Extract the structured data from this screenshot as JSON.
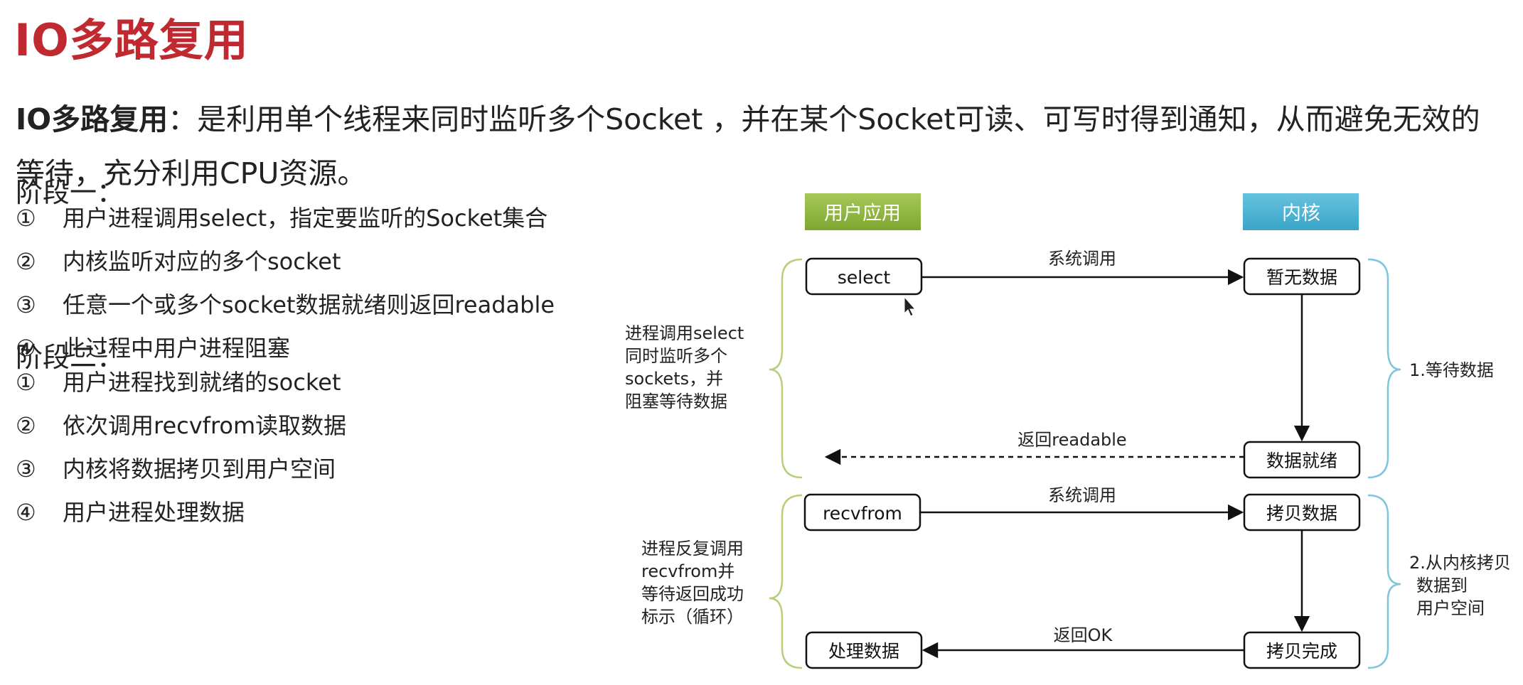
{
  "title": "IO多路复用",
  "intro": {
    "keyword": "IO多路复用",
    "separator": "：",
    "text": "是利用单个线程来同时监听多个Socket ，并在某个Socket可读、可写时得到通知，从而避免无效的等待，充分利用CPU资源。"
  },
  "stage1": {
    "heading": "阶段一：",
    "items": [
      {
        "num": "①",
        "text": "用户进程调用select，指定要监听的Socket集合"
      },
      {
        "num": "②",
        "text": "内核监听对应的多个socket"
      },
      {
        "num": "③",
        "text": "任意一个或多个socket数据就绪则返回readable"
      },
      {
        "num": "④",
        "text": "此过程中用户进程阻塞"
      }
    ]
  },
  "stage2": {
    "heading": "阶段二：",
    "items": [
      {
        "num": "①",
        "text": "用户进程找到就绪的socket"
      },
      {
        "num": "②",
        "text": "依次调用recvfrom读取数据"
      },
      {
        "num": "③",
        "text": "内核将数据拷贝到用户空间"
      },
      {
        "num": "④",
        "text": "用户进程处理数据"
      }
    ]
  },
  "diagram": {
    "user_header": "用户应用",
    "kernel_header": "内核",
    "user_header_color": "#8cb33c",
    "kernel_header_color": "#4bb3d3",
    "left_brace_color": "#b7cf7a",
    "right_brace_color": "#7ec6dd",
    "phase1": {
      "user_box": "select",
      "kernel_box_top": "暂无数据",
      "kernel_box_bottom": "数据就绪",
      "call_label": "系统调用",
      "return_label": "返回readable",
      "left_note": [
        "进程调用select",
        "同时监听多个",
        "sockets，并",
        "阻塞等待数据"
      ],
      "right_note": [
        "1.等待数据"
      ]
    },
    "phase2": {
      "user_box_top": "recvfrom",
      "user_box_bottom": "处理数据",
      "kernel_box_top": "拷贝数据",
      "kernel_box_bottom": "拷贝完成",
      "call_label": "系统调用",
      "return_label": "返回OK",
      "left_note": [
        "进程反复调用",
        "recvfrom并",
        "等待返回成功",
        "标示（循环）"
      ],
      "right_note": [
        "2.从内核拷贝",
        "数据到",
        "用户空间"
      ]
    }
  }
}
